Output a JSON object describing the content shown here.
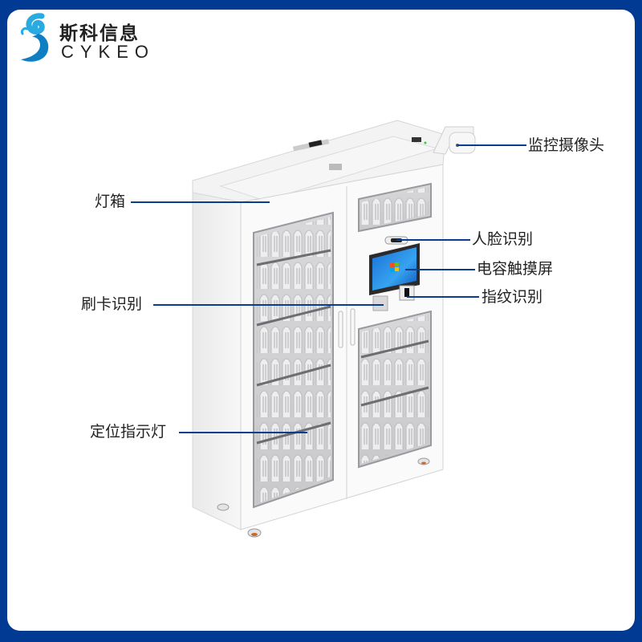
{
  "brand": {
    "name_cn": "斯科信息",
    "name_en": "CYKEO",
    "logo_icon": "swirl-logo-icon",
    "colors": {
      "frame": "#003a93",
      "logo_light": "#29abe2",
      "logo_dark": "#0f7fc4",
      "leader_line": "#0b3d8f"
    }
  },
  "product": {
    "type": "smart charging storage cabinet",
    "screen_icon": "windows-logo-icon"
  },
  "callouts": [
    {
      "id": "camera",
      "label": "监控摄像头",
      "side": "right"
    },
    {
      "id": "lightbox",
      "label": "灯箱",
      "side": "left"
    },
    {
      "id": "face",
      "label": "人脸识别",
      "side": "right"
    },
    {
      "id": "touchscreen",
      "label": "电容触摸屏",
      "side": "right"
    },
    {
      "id": "card",
      "label": "刷卡识别",
      "side": "left"
    },
    {
      "id": "fingerprint",
      "label": "指纹识别",
      "side": "right"
    },
    {
      "id": "indicator",
      "label": "定位指示灯",
      "side": "left"
    }
  ]
}
